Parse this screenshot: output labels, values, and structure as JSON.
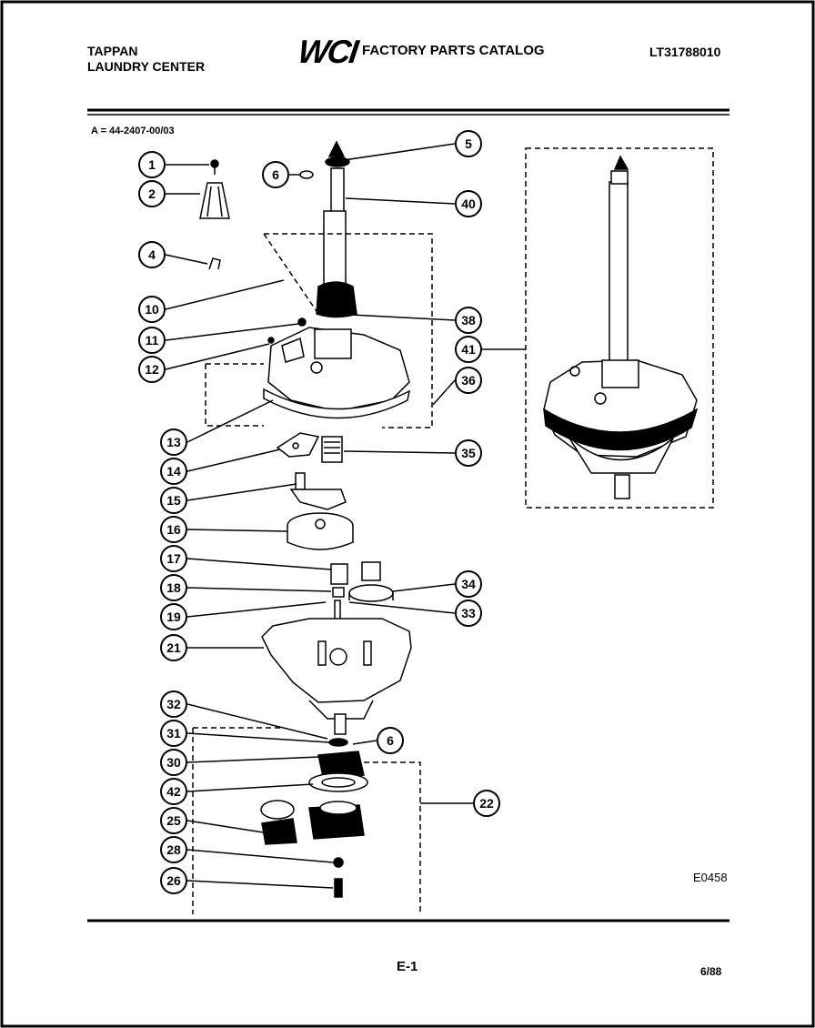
{
  "header": {
    "brand_line1": "TAPPAN",
    "brand_line2": "LAUNDRY CENTER",
    "logo_text": "WCI",
    "catalog_title": "FACTORY PARTS CATALOG",
    "model_number": "LT31788010"
  },
  "diagram": {
    "assembly_label": "A = 44-2407-00/03",
    "callouts": [
      "1",
      "2",
      "4",
      "5",
      "6",
      "40",
      "10",
      "11",
      "12",
      "38",
      "41",
      "36",
      "13",
      "14",
      "35",
      "15",
      "16",
      "17",
      "34",
      "18",
      "19",
      "33",
      "21",
      "32",
      "31",
      "6",
      "30",
      "42",
      "22",
      "25",
      "28",
      "26"
    ],
    "figure_code": "E0458"
  },
  "footer": {
    "page_label": "E-1",
    "date": "6/88"
  }
}
